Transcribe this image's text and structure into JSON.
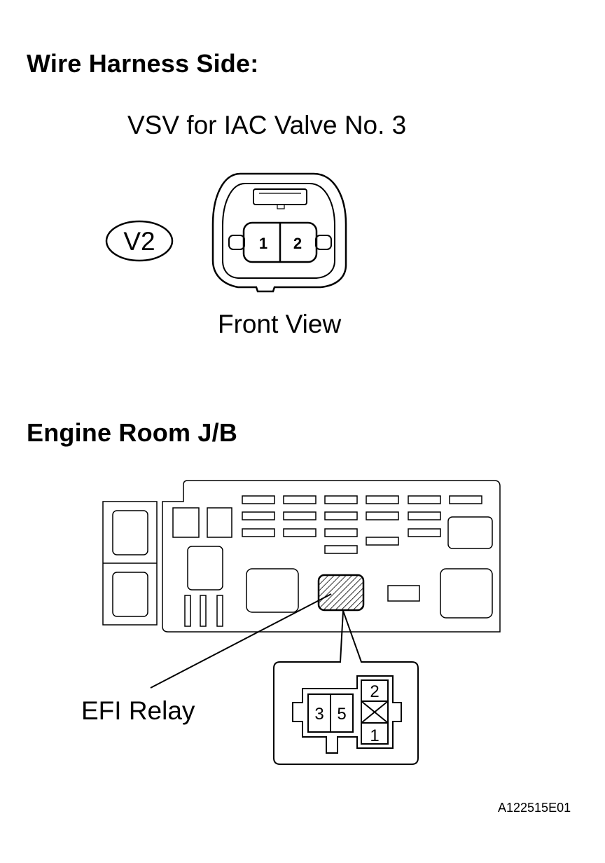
{
  "headings": {
    "wire_harness_side": "Wire Harness Side:",
    "engine_room_jb": "Engine Room J/B"
  },
  "connector_v2": {
    "name": "VSV for IAC Valve No. 3",
    "code": "V2",
    "pins": [
      "1",
      "2"
    ],
    "view_label": "Front View"
  },
  "efi_relay": {
    "label": "EFI Relay",
    "pins_left": [
      "3",
      "5"
    ],
    "pin_top": "2",
    "pin_bottom": "1"
  },
  "figure_code": "A122515E01"
}
